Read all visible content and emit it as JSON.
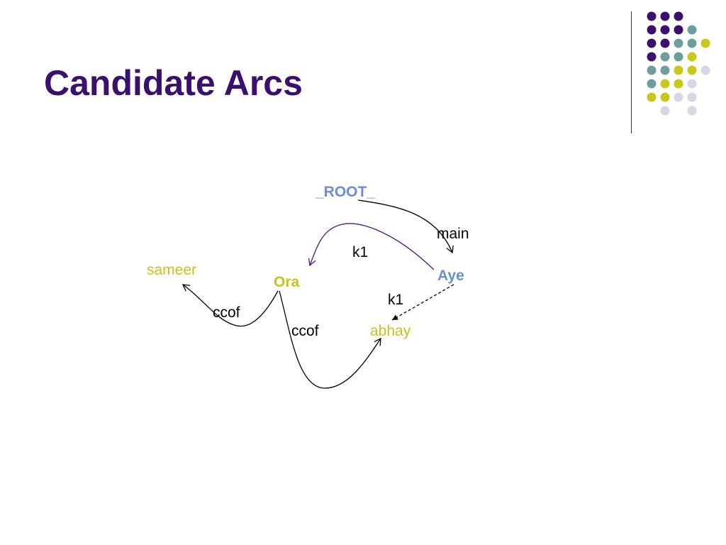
{
  "slide": {
    "title": "Candidate Arcs"
  },
  "colors": {
    "title": "#3b0f6e",
    "root_node": "#6a8fd6",
    "verb_node": "#6a8fd6",
    "noun_node": "#c9c21a",
    "arc_k1_solid": "#4a1a8a",
    "arc_default": "#000000"
  },
  "decor": {
    "dot_colors": {
      "purple": "#3b0f6e",
      "teal": "#6e9e9e",
      "yellow": "#c9c819",
      "lavender": "#d6d6e6"
    }
  },
  "diagram": {
    "nodes": {
      "root": "_ROOT_",
      "aye": "Aye",
      "ora": "Ora",
      "sameer": "sameer",
      "abhay": "abhay"
    },
    "arcs": {
      "root_aye": "main",
      "aye_ora": "k1",
      "aye_abhay": "k1",
      "ora_sameer": "ccof",
      "ora_abhay": "ccof"
    },
    "arc_styles": {
      "aye_abhay": "dashed",
      "others": "solid"
    }
  }
}
